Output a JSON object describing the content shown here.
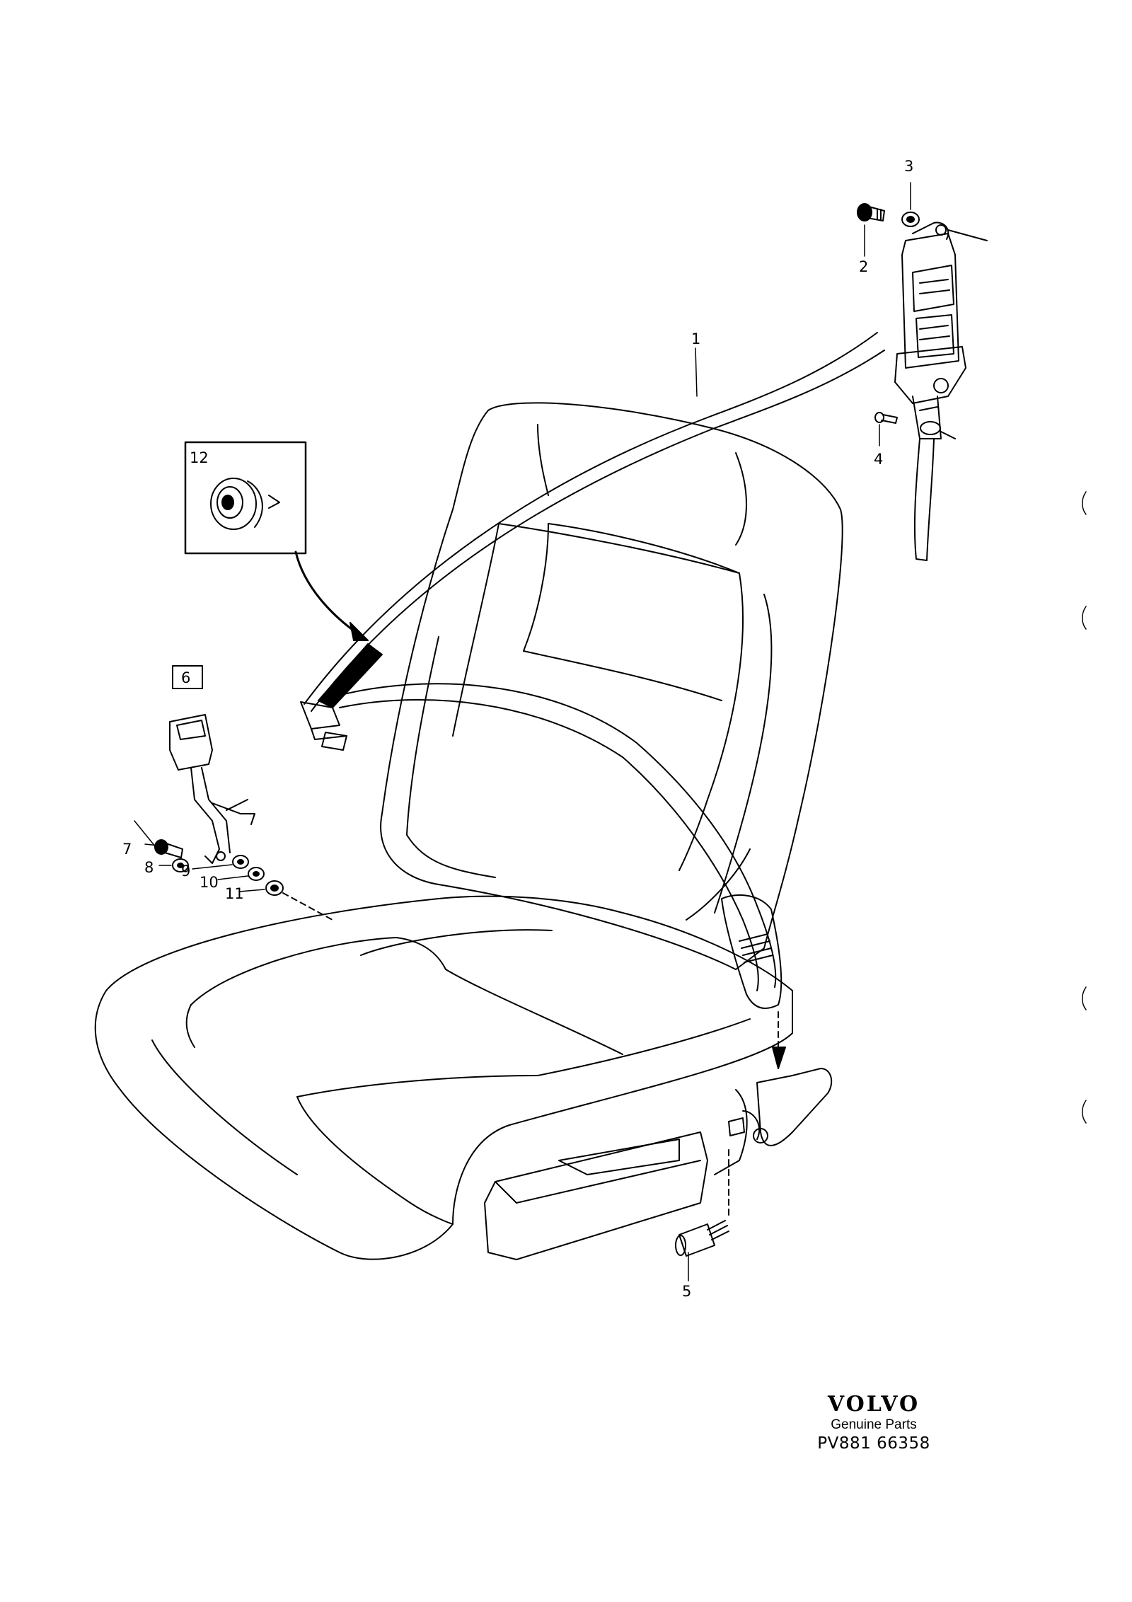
{
  "callouts": {
    "c1": "1",
    "c2": "2",
    "c3": "3",
    "c4": "4",
    "c5": "5",
    "c6": "6",
    "c7": "7",
    "c8": "8",
    "c9": "9",
    "c10": "10",
    "c11": "11",
    "c12": "12"
  },
  "brand": {
    "logo": "VOLVO",
    "tagline": "Genuine Parts",
    "code": "PV881 66358"
  },
  "colors": {
    "ink": "#000000",
    "paper": "#ffffff"
  }
}
